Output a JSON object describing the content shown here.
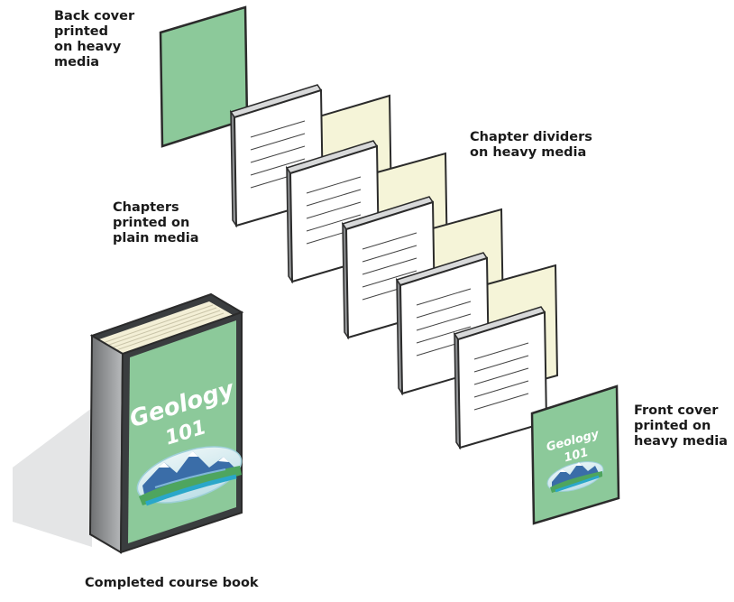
{
  "labels": {
    "back_cover": [
      "Back cover",
      "printed",
      "on heavy",
      "media"
    ],
    "chapter_dividers": [
      "Chapter dividers",
      "on heavy media"
    ],
    "chapters": [
      "Chapters",
      "printed on",
      "plain media"
    ],
    "front_cover": [
      "Front cover",
      "printed on",
      "heavy media"
    ],
    "completed_book": "Completed course book"
  },
  "book": {
    "title_line1": "Geology",
    "title_line2": "101"
  },
  "front_cover_art": {
    "title_line1": "Geology",
    "title_line2": "101"
  },
  "colors": {
    "cover_green": "#8cc99a",
    "cover_dark": "#3a3d3f",
    "divider_cream": "#f5f4d8",
    "page_white": "#ffffff",
    "spine_gray": "#9a9c9e"
  }
}
